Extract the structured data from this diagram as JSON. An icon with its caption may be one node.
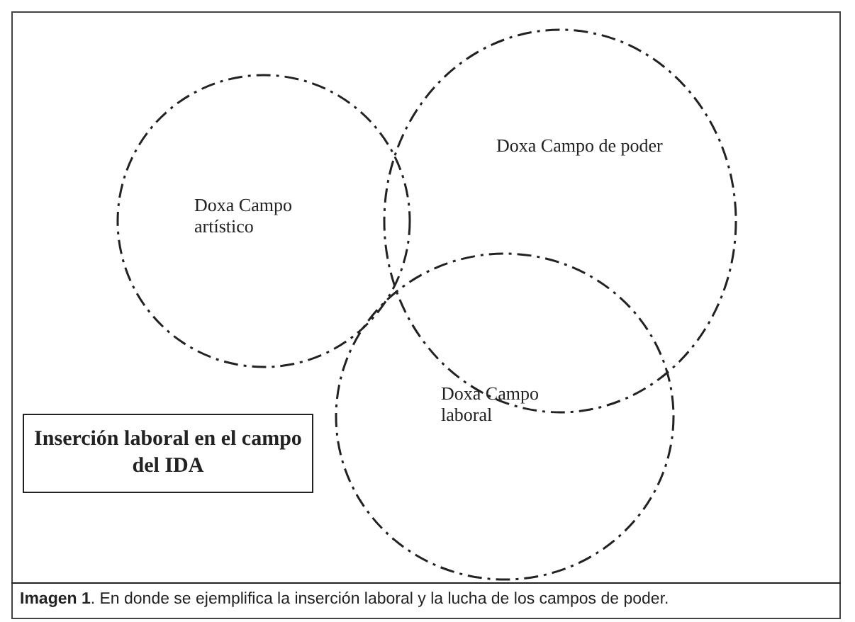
{
  "diagram": {
    "caption": "**Imagen 1**. En donde se ejemplifica la inserción laboral y la lucha de los campos de poder.",
    "nodes": [
      {
        "text": [
          "Doxa Campo artístico"
        ]
      },
      {
        "text": [
          "Doxa Campo de poder"
        ]
      },
      {
        "text": [
          "Doxa Campo laboral"
        ]
      },
      {
        "text": [
          "Inserción laboral en el campo del IDA"
        ]
      }
    ]
  }
}
